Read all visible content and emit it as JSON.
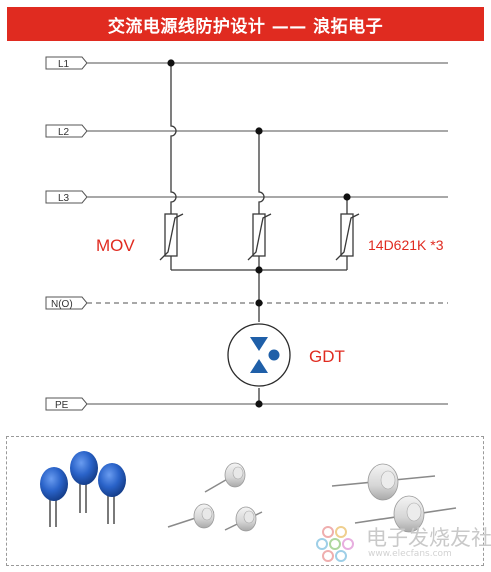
{
  "title": "交流电源线防护设计 —— 浪拓电子",
  "lines": {
    "l1": "L1",
    "l2": "L2",
    "l3": "L3",
    "n": "N(O)",
    "pe": "PE"
  },
  "labels": {
    "mov": "MOV",
    "mov_part": "14D621K *3",
    "gdt": "GDT"
  },
  "watermark": {
    "text": "电子发烧友社区",
    "sub": "www.elecfans.com"
  },
  "colors": {
    "title_bg": "#e02b20",
    "title_fg": "#ffffff",
    "label_red": "#e02b20",
    "gdt_blue": "#1f5fa8",
    "line_gray": "#8c8c8c",
    "wire_dark": "#3a3a3a",
    "photo_blue": "#2a63c9"
  }
}
